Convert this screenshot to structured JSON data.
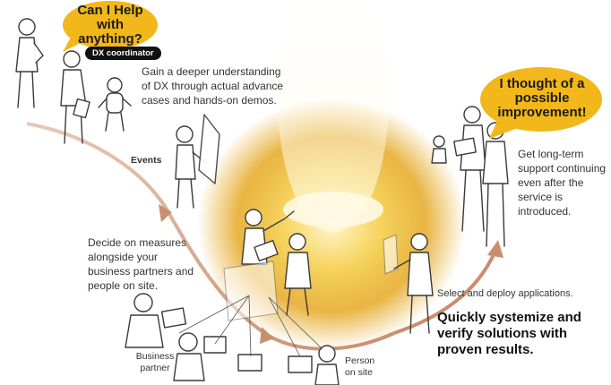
{
  "bubbles": {
    "help": "Can I Help with anything?",
    "improvement": "I thought of a possible improvement!"
  },
  "tags": {
    "dx_coordinator": "DX coordinator"
  },
  "steps": {
    "events_title": "Events",
    "events_desc": "Gain a deeper understanding of DX through actual advance cases and hands-on demos.",
    "decide_desc": "Decide on measures alongside your business partners and people on site.",
    "select_deploy": "Select and deploy applications.",
    "systemize": "Quickly systemize and verify solutions with proven results.",
    "support_desc": "Get long-term support continuing even after the service is introduced."
  },
  "roles": {
    "business_partner": "Business partner",
    "person_on_site": "Person on site"
  },
  "colors": {
    "accent_gold": "#F2B71A",
    "glow": "#E5A823",
    "arrow": "#C98E6E"
  }
}
